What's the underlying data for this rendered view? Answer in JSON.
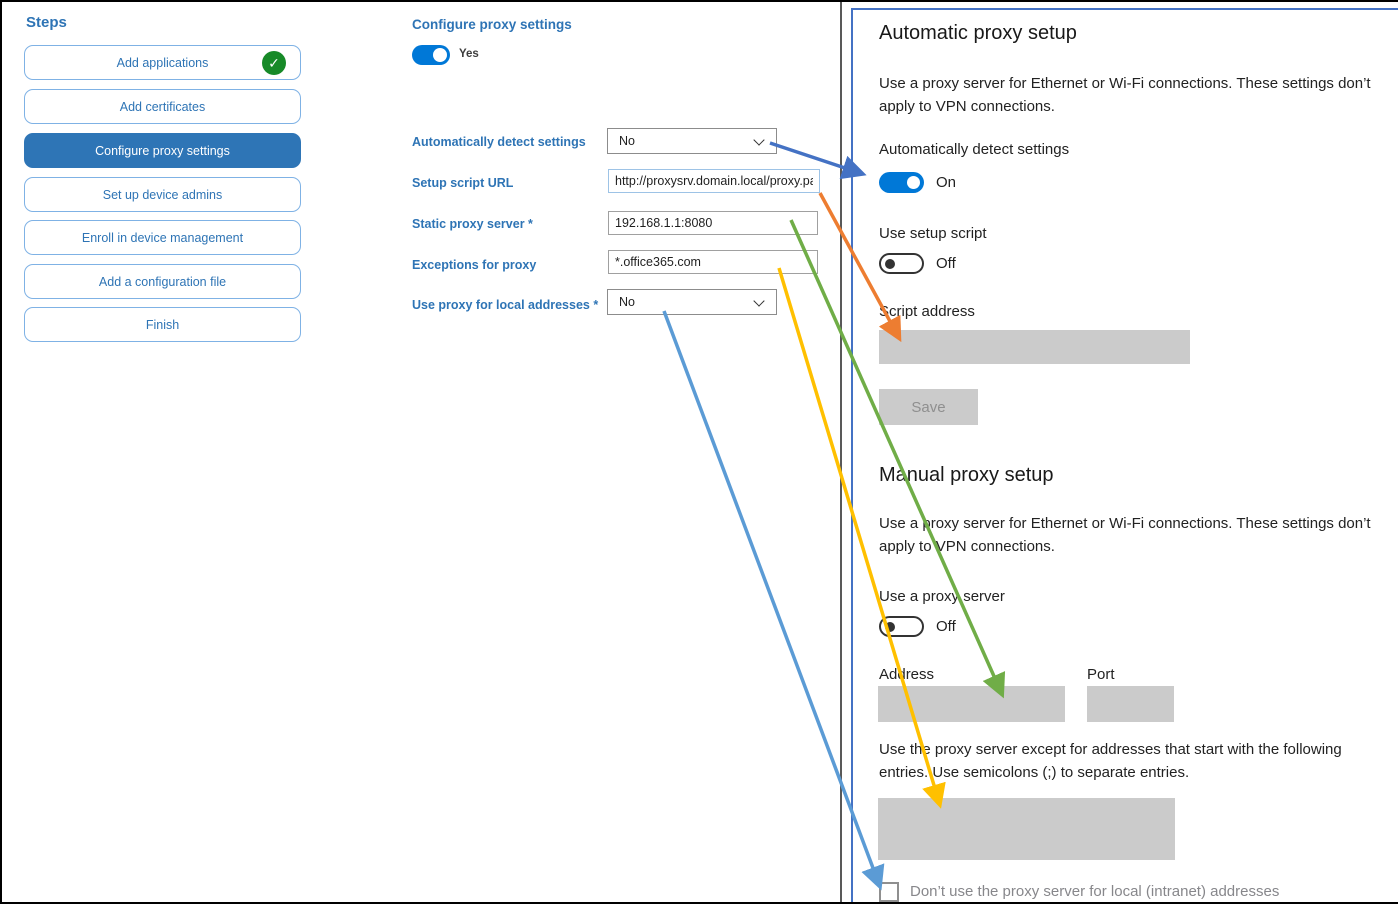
{
  "steps": {
    "title": "Steps",
    "items": [
      {
        "label": "Add applications",
        "completed": true,
        "selected": false
      },
      {
        "label": "Add certificates",
        "completed": false,
        "selected": false
      },
      {
        "label": "Configure proxy settings",
        "completed": false,
        "selected": true
      },
      {
        "label": "Set up device admins",
        "completed": false,
        "selected": false
      },
      {
        "label": "Enroll in device management",
        "completed": false,
        "selected": false
      },
      {
        "label": "Add a configuration file",
        "completed": false,
        "selected": false
      },
      {
        "label": "Finish",
        "completed": false,
        "selected": false
      }
    ]
  },
  "editor": {
    "title": "Configure proxy settings",
    "enabled_toggle": {
      "state_label": "Yes",
      "on": true
    },
    "fields": [
      {
        "label": "Automatically detect settings",
        "value": "No",
        "control": "select"
      },
      {
        "label": "Setup script URL",
        "value": "http://proxysrv.domain.local/proxy.pa",
        "control": "text"
      },
      {
        "label": "Static proxy server *",
        "value": "192.168.1.1:8080",
        "control": "text"
      },
      {
        "label": "Exceptions for proxy",
        "value": "*.office365.com",
        "control": "text"
      },
      {
        "label": "Use proxy for local addresses *",
        "value": "No",
        "control": "select"
      }
    ]
  },
  "settings_panel": {
    "automatic": {
      "title": "Automatic proxy setup",
      "description": "Use a proxy server for Ethernet or Wi-Fi connections. These settings don’t apply to VPN connections.",
      "detect_label": "Automatically detect settings",
      "detect_state": "On",
      "script_toggle_label": "Use setup script",
      "script_toggle_state": "Off",
      "script_address_label": "Script address",
      "save_label": "Save"
    },
    "manual": {
      "title": "Manual proxy setup",
      "description": "Use a proxy server for Ethernet or Wi-Fi connections. These settings don’t apply to VPN connections.",
      "proxy_toggle_label": "Use a proxy server",
      "proxy_toggle_state": "Off",
      "address_label": "Address",
      "port_label": "Port",
      "exceptions_description": "Use the proxy server except for addresses that start with the following entries. Use semicolons (;) to separate entries.",
      "local_checkbox_label": "Don’t use the proxy server for local (intranet) addresses",
      "local_checkbox_checked": false
    }
  },
  "icons": {
    "completed_check": "✓"
  },
  "arrows": [
    {
      "name": "detect-setting-mapping",
      "color": "#4472C4"
    },
    {
      "name": "script-url-mapping",
      "color": "#ED7D31"
    },
    {
      "name": "static-proxy-mapping",
      "color": "#70AD47"
    },
    {
      "name": "exceptions-mapping",
      "color": "#FFC000"
    },
    {
      "name": "local-addresses-mapping",
      "color": "#5B9BD5"
    }
  ],
  "colors": {
    "accent_blue": "#2E75B6",
    "toggle_on": "#0078D7",
    "panel_border": "#4472C4",
    "disabled_gray": "#CBCBCB",
    "completed_green": "#178A28"
  }
}
